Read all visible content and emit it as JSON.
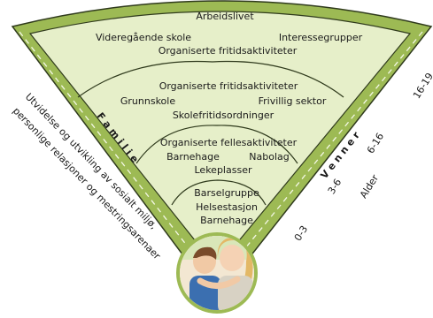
{
  "diagram": {
    "colors": {
      "fan_fill": "#e6efc9",
      "band_fill": "#9dba54",
      "ring_stroke": "#2f3a1c",
      "dash_stroke": "#f4f8e6",
      "outer_fill": "#ffffff"
    },
    "zones": {
      "z16_19": [
        "Arbeidslivet",
        "Videregående skole",
        "Interessegrupper",
        "Organiserte fritidsaktiviteter"
      ],
      "z6_16": [
        "Organiserte fritidsaktiviteter",
        "Grunnskole",
        "Frivillig sektor",
        "Skolefritidsordninger"
      ],
      "z3_6": [
        "Organiserte fellesaktiviteter",
        "Barnehage",
        "Nabolag",
        "Lekeplasser"
      ],
      "z0_3": [
        "Barselgruppe",
        "Helsestasjon",
        "Barnehage"
      ]
    },
    "left_band": "F a m i l i e",
    "right_band": "V e n n e r",
    "ages": [
      "0-3",
      "3-6",
      "6-16",
      "16-19"
    ],
    "alder_label": "Alder",
    "side_caption_1": "Utvidelse og utvikling av sosialt miljø,",
    "side_caption_2": "personlige relasjoner og mestringsarenaer",
    "photo_icon": "children-photo"
  }
}
